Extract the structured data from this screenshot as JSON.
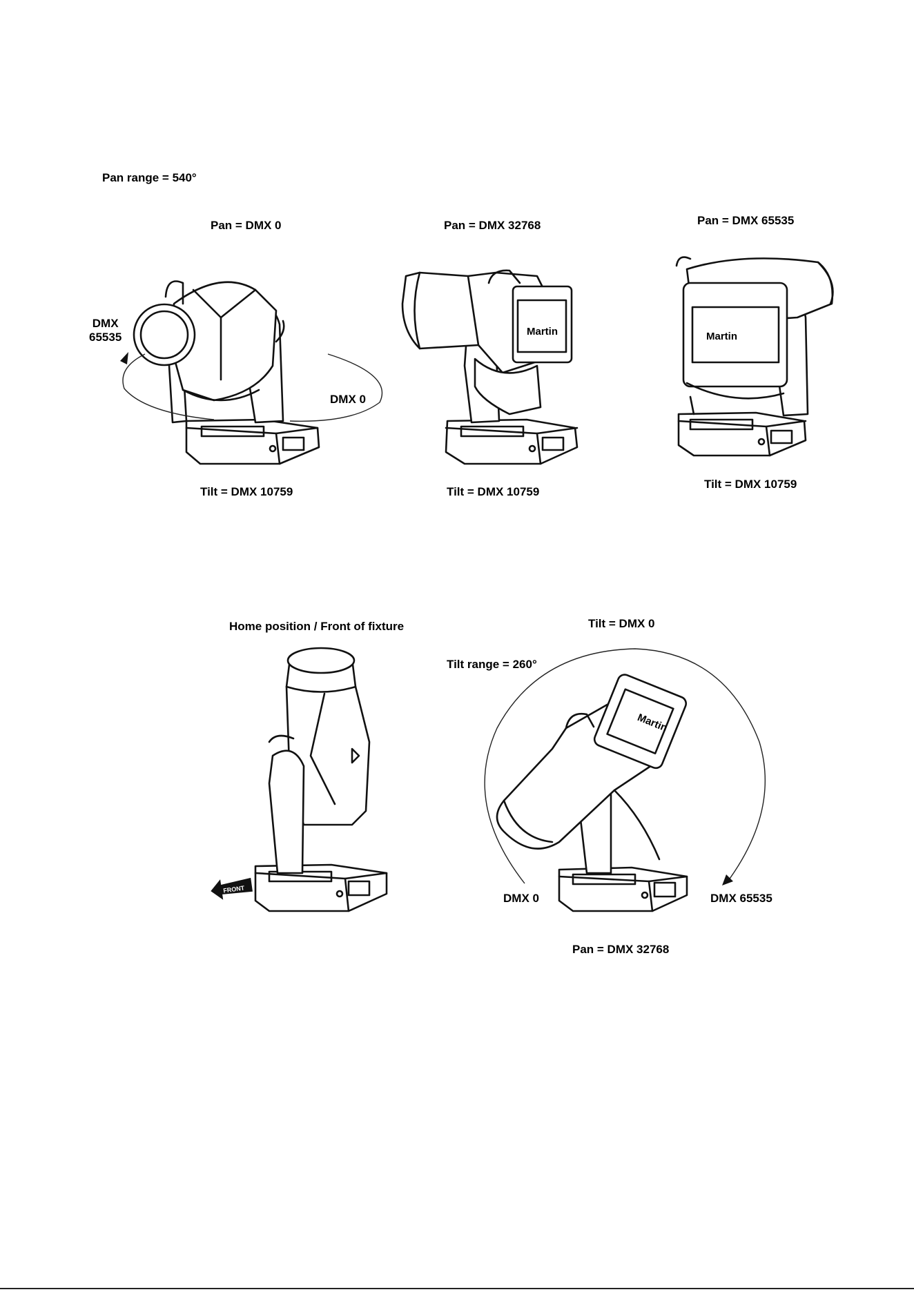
{
  "pan_range_label": "Pan range = 540°",
  "top_row": [
    {
      "pan": "Pan = DMX 0",
      "tilt": "Tilt = DMX 10759",
      "logo": ""
    },
    {
      "pan": "Pan = DMX 32768",
      "tilt": "Tilt = DMX 10759",
      "logo": "Martin"
    },
    {
      "pan": "Pan = DMX 65535",
      "tilt": "Tilt = DMX 10759",
      "logo": "Martin"
    }
  ],
  "pan_arrow": {
    "start": "DMX 0",
    "end": "DMX\n65535"
  },
  "home": {
    "title": "Home position / Front of fixture",
    "front_marker": "FRONT"
  },
  "tilt_figure": {
    "top": "Tilt = DMX 0",
    "range": "Tilt range = 260°",
    "left": "DMX 0",
    "right": "DMX 65535",
    "pan": "Pan = DMX 32768",
    "logo": "Martin"
  },
  "colors": {
    "line": "#111111",
    "background": "#ffffff"
  },
  "icons": [
    "curved-arrow-icon",
    "front-arrow-icon",
    "moving-head-fixture-icon"
  ]
}
